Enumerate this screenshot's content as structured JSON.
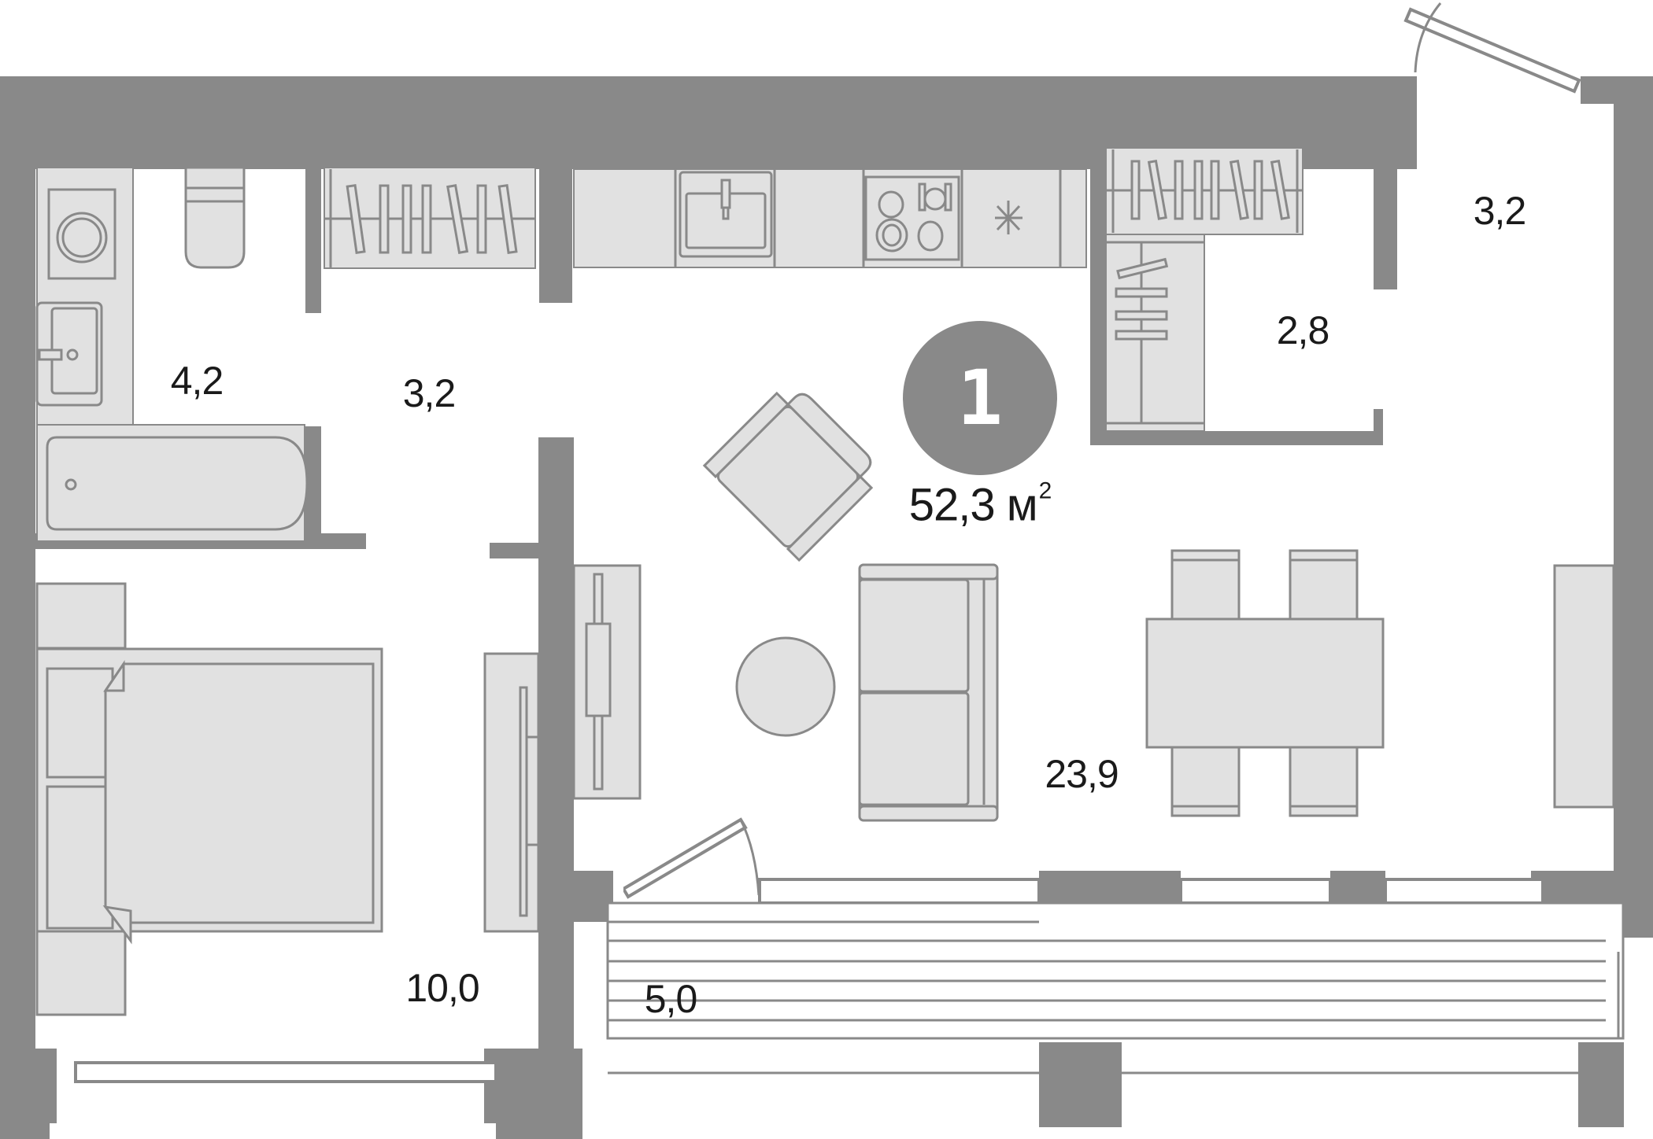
{
  "plan": {
    "apartment_number": "1",
    "total_area": "52,3",
    "total_area_unit": "м",
    "total_area_unit_power": "2",
    "colors": {
      "wall": "#898989",
      "furniture_fill": "#e1e1e1",
      "furniture_stroke": "#898989",
      "floor": "#ffffff",
      "text": "#1a1a1a",
      "badge_text": "#ffffff"
    },
    "rooms": [
      {
        "id": "bathroom",
        "area": "4,2"
      },
      {
        "id": "hallway",
        "area": "3,2"
      },
      {
        "id": "vestibule",
        "area": "3,2"
      },
      {
        "id": "storage",
        "area": "2,8"
      },
      {
        "id": "living-kitchen",
        "area": "23,9"
      },
      {
        "id": "bedroom",
        "area": "10,0"
      },
      {
        "id": "balcony",
        "area": "5,0"
      }
    ],
    "furniture": [
      "washing-machine",
      "toilet",
      "washbasin",
      "bathtub",
      "wardrobe-hallway",
      "kitchen-sink",
      "cooktop",
      "extractor",
      "wardrobe-storage",
      "storage-shelving",
      "armchair",
      "coffee-table",
      "sofa",
      "dining-table",
      "dining-chairs",
      "sideboard",
      "tv-unit",
      "bedroom-wardrobe",
      "double-bed",
      "nightstands"
    ]
  }
}
